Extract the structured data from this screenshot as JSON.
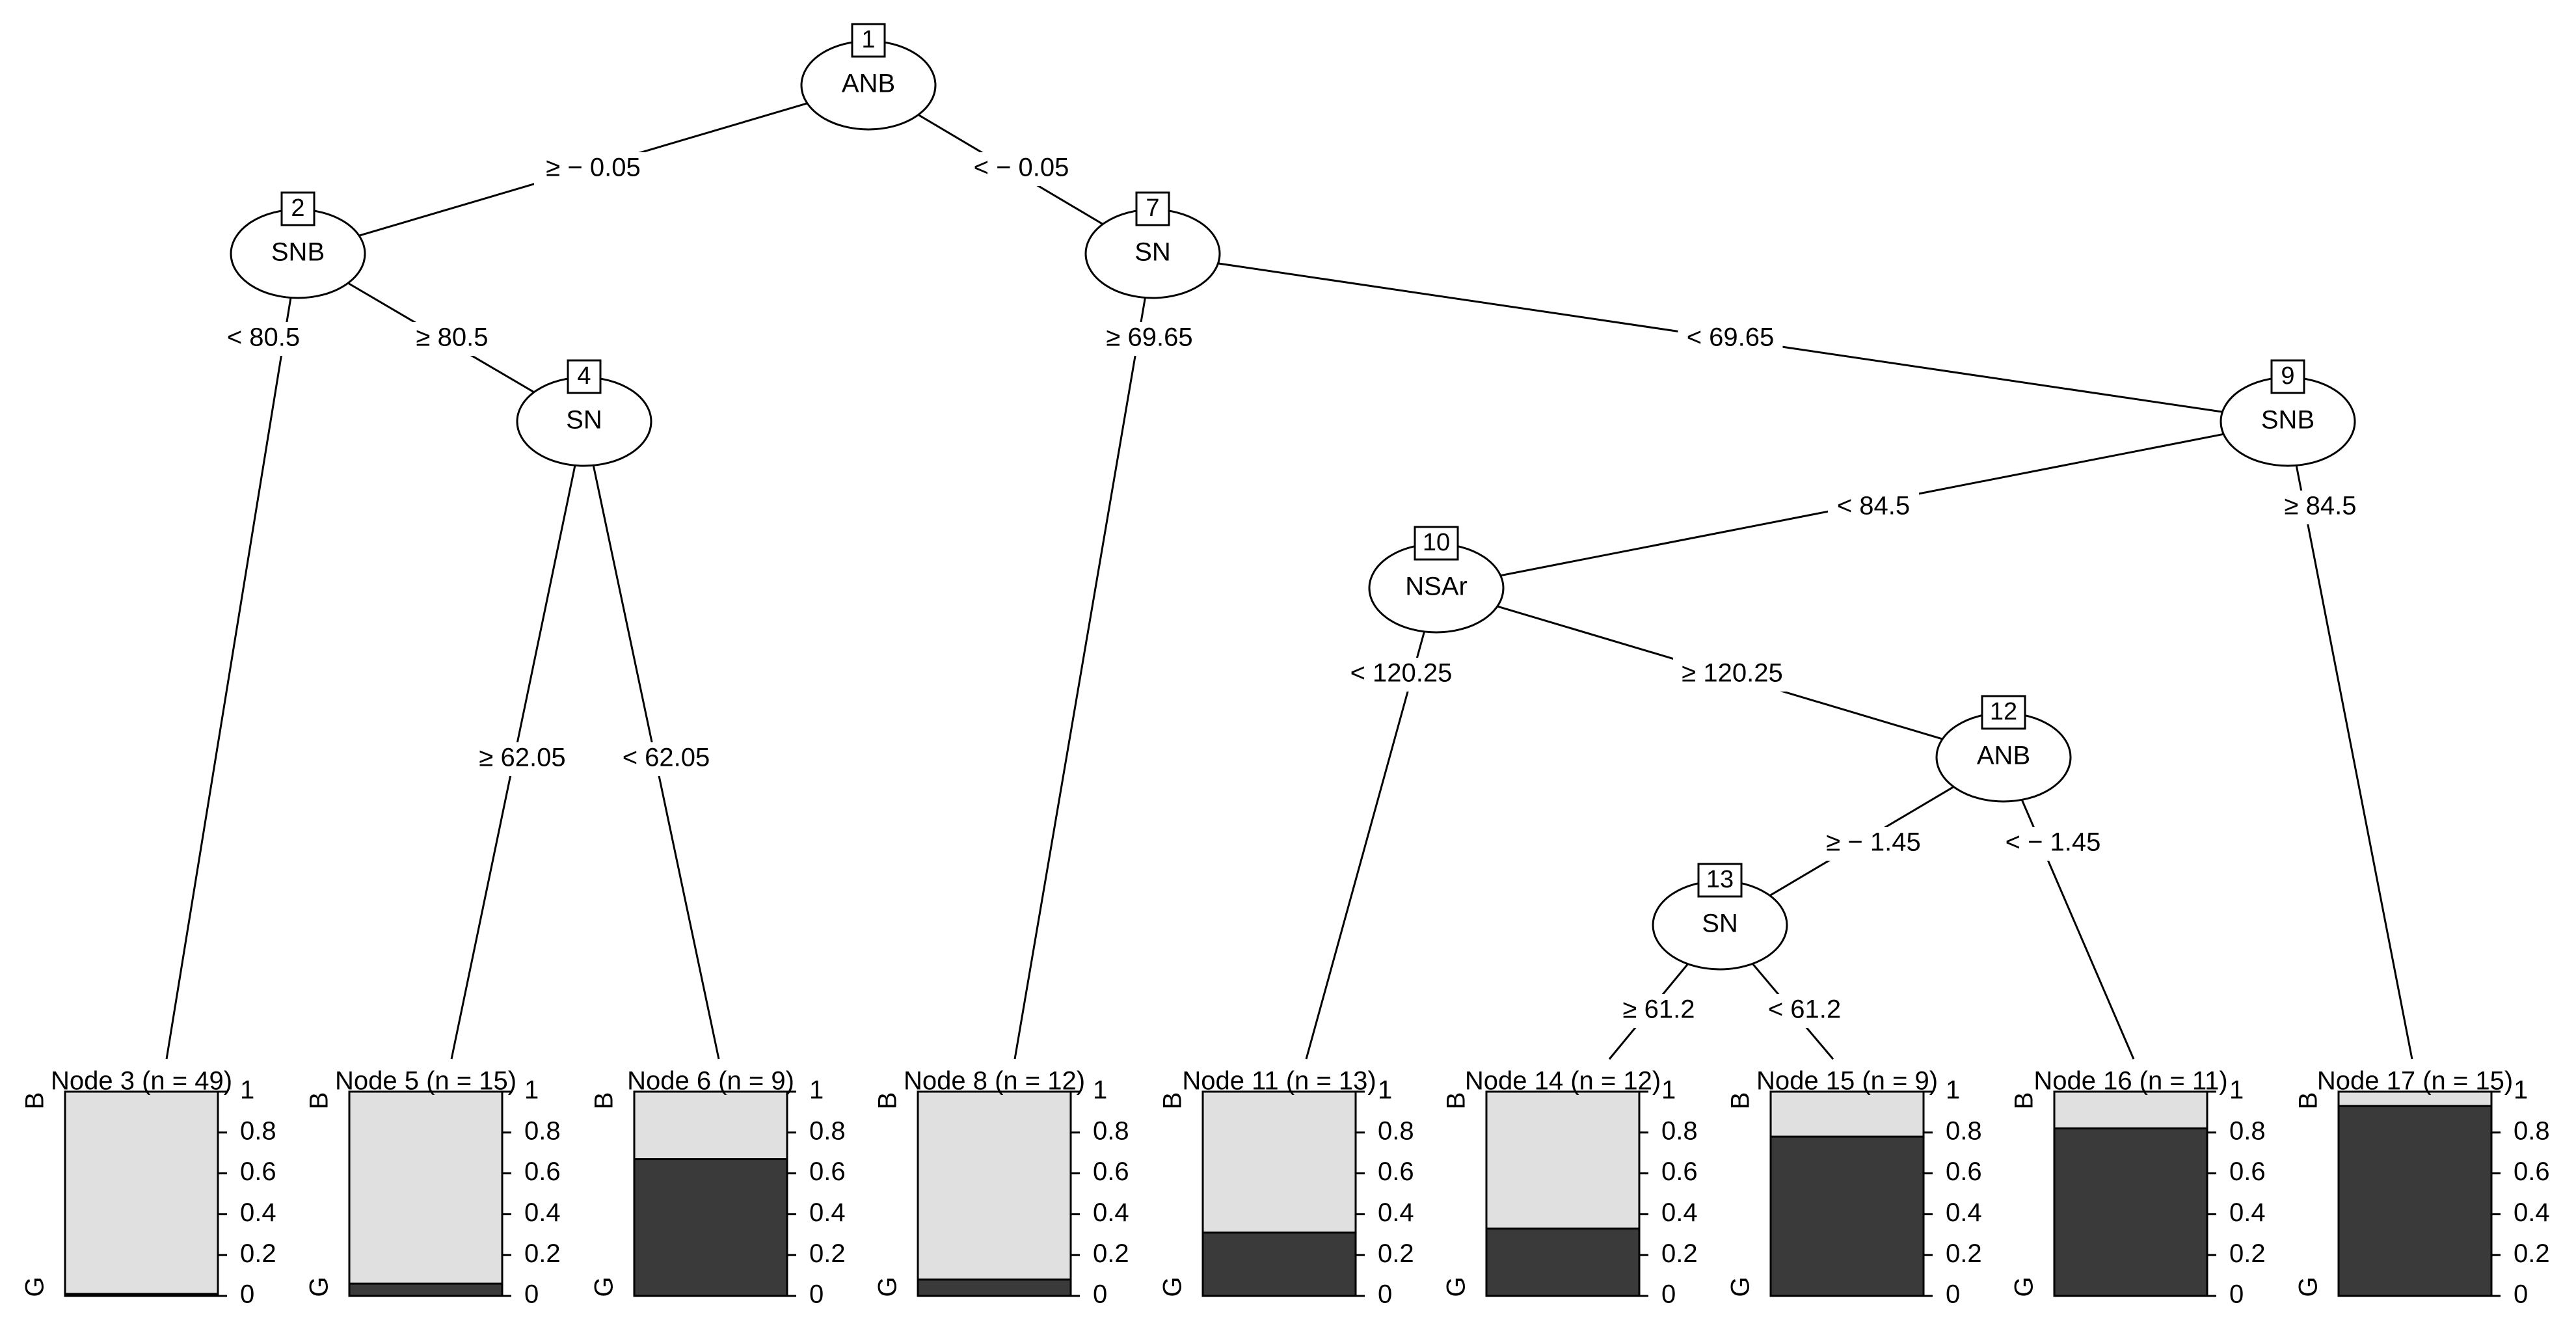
{
  "chart_data": {
    "type": "decision-tree",
    "inner_nodes": [
      {
        "id": "1",
        "variable": "ANB"
      },
      {
        "id": "2",
        "variable": "SNB"
      },
      {
        "id": "4",
        "variable": "SN"
      },
      {
        "id": "7",
        "variable": "SN"
      },
      {
        "id": "9",
        "variable": "SNB"
      },
      {
        "id": "10",
        "variable": "NSAr"
      },
      {
        "id": "12",
        "variable": "ANB"
      },
      {
        "id": "13",
        "variable": "SN"
      }
    ],
    "edges": [
      {
        "from": "1",
        "to": "2",
        "label": "≥ − 0.05"
      },
      {
        "from": "1",
        "to": "7",
        "label": "< − 0.05"
      },
      {
        "from": "2",
        "to": "3",
        "label": "< 80.5"
      },
      {
        "from": "2",
        "to": "4",
        "label": "≥ 80.5"
      },
      {
        "from": "4",
        "to": "5",
        "label": "≥ 62.05"
      },
      {
        "from": "4",
        "to": "6",
        "label": "< 62.05"
      },
      {
        "from": "7",
        "to": "8",
        "label": "≥ 69.65"
      },
      {
        "from": "7",
        "to": "9",
        "label": "< 69.65"
      },
      {
        "from": "9",
        "to": "10",
        "label": "< 84.5"
      },
      {
        "from": "9",
        "to": "17",
        "label": "≥ 84.5"
      },
      {
        "from": "10",
        "to": "11",
        "label": "< 120.25"
      },
      {
        "from": "10",
        "to": "12",
        "label": "≥ 120.25"
      },
      {
        "from": "12",
        "to": "13",
        "label": "≥ − 1.45"
      },
      {
        "from": "12",
        "to": "16",
        "label": "< − 1.45"
      },
      {
        "from": "13",
        "to": "14",
        "label": "≥ 61.2"
      },
      {
        "from": "13",
        "to": "15",
        "label": "< 61.2"
      }
    ],
    "terminal_nodes": [
      {
        "id": "3",
        "title": "Node 3 (n = 49)",
        "proportion_G": 0.01
      },
      {
        "id": "5",
        "title": "Node 5 (n = 15)",
        "proportion_G": 0.06
      },
      {
        "id": "6",
        "title": "Node 6 (n = 9)",
        "proportion_G": 0.67
      },
      {
        "id": "8",
        "title": "Node 8 (n = 12)",
        "proportion_G": 0.08
      },
      {
        "id": "11",
        "title": "Node 11 (n = 13)",
        "proportion_G": 0.31
      },
      {
        "id": "14",
        "title": "Node 14 (n = 12)",
        "proportion_G": 0.33
      },
      {
        "id": "15",
        "title": "Node 15 (n = 9)",
        "proportion_G": 0.78
      },
      {
        "id": "16",
        "title": "Node 16 (n = 11)",
        "proportion_G": 0.82
      },
      {
        "id": "17",
        "title": "Node 17 (n = 15)",
        "proportion_G": 0.93
      }
    ],
    "classes": {
      "top": "B",
      "bottom": "G"
    },
    "y_ticks": [
      "0",
      "0.2",
      "0.4",
      "0.6",
      "0.8",
      "1"
    ],
    "ylim": [
      0,
      1
    ],
    "colors": {
      "G": "#3a3a3a",
      "B": "#e0e0e0",
      "line": "#000000"
    }
  }
}
